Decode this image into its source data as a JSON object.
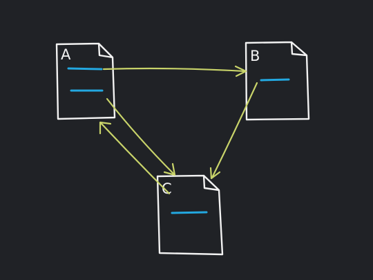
{
  "colors": {
    "background": "#202226",
    "outline": "#f2f2f2",
    "content_line": "#23a8e0",
    "arrow": "#c9d46a"
  },
  "documents": [
    {
      "id": "A",
      "label": "A",
      "line_count": 2
    },
    {
      "id": "B",
      "label": "B",
      "line_count": 1
    },
    {
      "id": "C",
      "label": "C",
      "line_count": 1
    }
  ],
  "arrows": [
    {
      "from": "A",
      "to": "B"
    },
    {
      "from": "A",
      "to": "C"
    },
    {
      "from": "B",
      "to": "C"
    },
    {
      "from": "C",
      "to": "A"
    }
  ]
}
